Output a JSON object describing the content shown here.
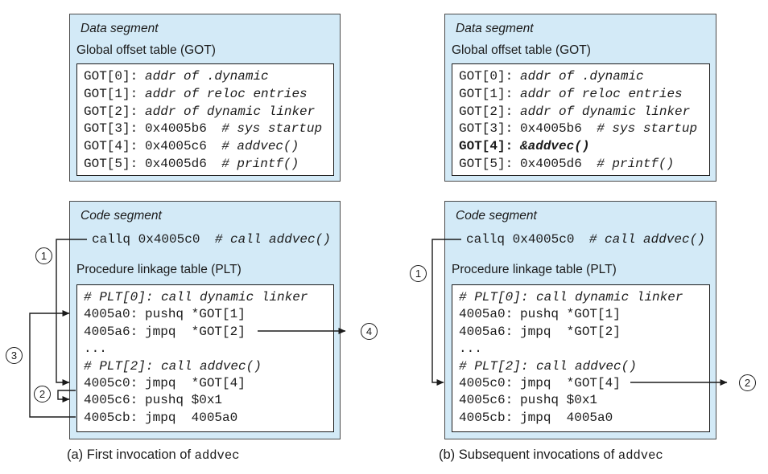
{
  "colors": {
    "box_fill": "#d3eaf7",
    "box_border": "#4a4a4a",
    "inner_border": "#1b1b1b",
    "text": "#1b1b1b"
  },
  "captions": {
    "a_prefix": "(a) First invocation of ",
    "a_code": "addvec",
    "b_prefix": "(b) Subsequent invocations of ",
    "b_code": "addvec"
  },
  "markers": {
    "a1": "1",
    "a2": "2",
    "a3": "3",
    "a4": "4",
    "b1": "1",
    "b2": "2"
  },
  "panels": {
    "a": {
      "data_segment_label": "Data segment",
      "got_title": "Global offset table (GOT)",
      "got_rows": [
        {
          "label": "GOT[0]:",
          "value_italic": "addr of .dynamic"
        },
        {
          "label": "GOT[1]:",
          "value_italic": "addr of reloc entries"
        },
        {
          "label": "GOT[2]:",
          "value_italic": "addr of dynamic linker"
        },
        {
          "label": "GOT[3]:",
          "value": "0x4005b6",
          "comment": "# sys startup"
        },
        {
          "label": "GOT[4]:",
          "value": "0x4005c6",
          "comment": "# addvec()"
        },
        {
          "label": "GOT[5]:",
          "value": "0x4005d6",
          "comment": "# printf()"
        }
      ],
      "code_segment_label": "Code segment",
      "call_instruction": "callq 0x4005c0",
      "call_comment": "# call addvec()",
      "plt_title": "Procedure linkage table (PLT)",
      "plt_rows": [
        {
          "comment_line": "# PLT[0]: call dynamic linker"
        },
        {
          "addr": "4005a0:",
          "instr": "pushq *GOT[1]"
        },
        {
          "addr": "4005a6:",
          "instr": "jmpq  *GOT[2]"
        },
        {
          "plain": "..."
        },
        {
          "comment_line": "# PLT[2]: call addvec()"
        },
        {
          "addr": "4005c0:",
          "instr": "jmpq  *GOT[4]"
        },
        {
          "addr": "4005c6:",
          "instr": "pushq $0x1"
        },
        {
          "addr": "4005cb:",
          "instr": "jmpq  4005a0"
        }
      ]
    },
    "b": {
      "data_segment_label": "Data segment",
      "got_title": "Global offset table (GOT)",
      "got_rows": [
        {
          "label": "GOT[0]:",
          "value_italic": "addr of .dynamic"
        },
        {
          "label": "GOT[1]:",
          "value_italic": "addr of reloc entries"
        },
        {
          "label": "GOT[2]:",
          "value_italic": "addr of dynamic linker"
        },
        {
          "label": "GOT[3]:",
          "value": "0x4005b6",
          "comment": "# sys startup"
        },
        {
          "label": "GOT[4]:",
          "value_bold_italic": "&addvec()"
        },
        {
          "label": "GOT[5]:",
          "value": "0x4005d6",
          "comment": "# printf()"
        }
      ],
      "code_segment_label": "Code segment",
      "call_instruction": "callq 0x4005c0",
      "call_comment": "# call addvec()",
      "plt_title": "Procedure linkage table (PLT)",
      "plt_rows": [
        {
          "comment_line": "# PLT[0]: call dynamic linker"
        },
        {
          "addr": "4005a0:",
          "instr": "pushq *GOT[1]"
        },
        {
          "addr": "4005a6:",
          "instr": "jmpq  *GOT[2]"
        },
        {
          "plain": "..."
        },
        {
          "comment_line": "# PLT[2]: call addvec()"
        },
        {
          "addr": "4005c0:",
          "instr": "jmpq  *GOT[4]"
        },
        {
          "addr": "4005c6:",
          "instr": "pushq $0x1"
        },
        {
          "addr": "4005cb:",
          "instr": "jmpq  4005a0"
        }
      ]
    }
  }
}
